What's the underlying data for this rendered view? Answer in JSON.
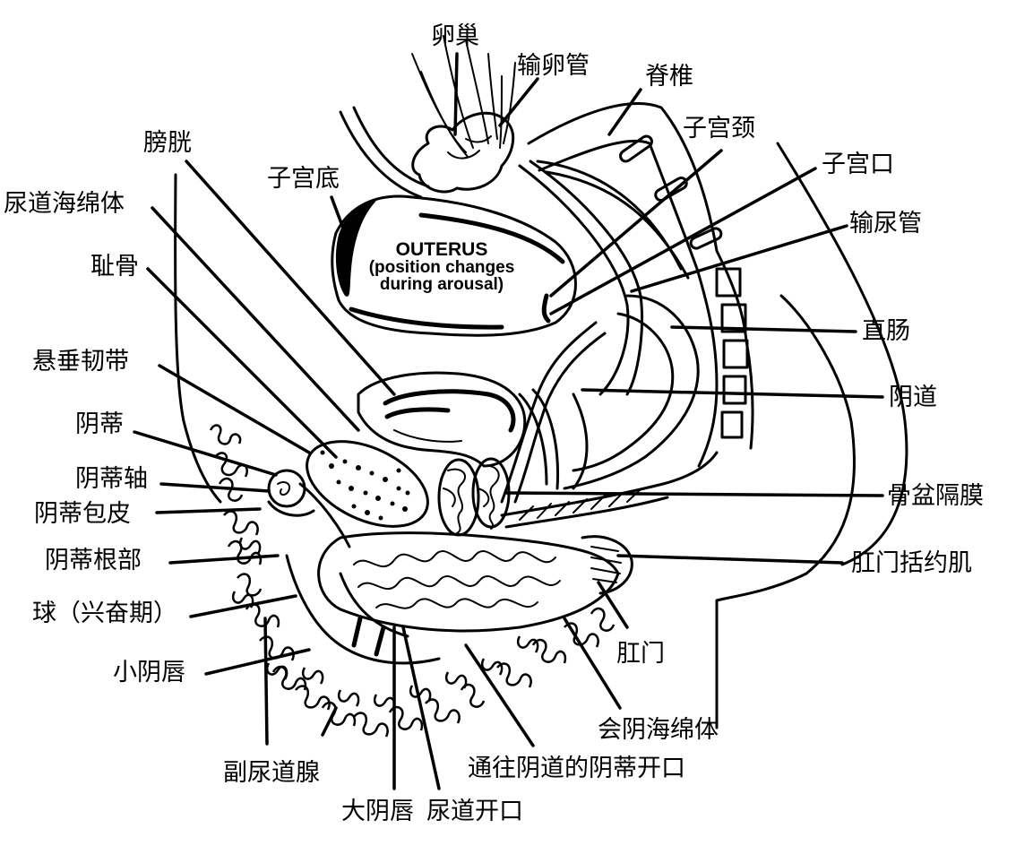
{
  "diagram": {
    "uterus_caption": {
      "line1": "OUTERUS",
      "line2": "(position changes",
      "line3": "during arousal)"
    },
    "labels": {
      "ovary": "卵巢",
      "fallopian_tube": "输卵管",
      "spine": "脊椎",
      "cervix": "子宫颈",
      "cervical_os": "子宫口",
      "ureter": "输尿管",
      "bladder": "膀胱",
      "fundus": "子宫底",
      "corpus_spongiosum_urethra": "尿道海绵体",
      "pubic_bone": "耻骨",
      "suspensory_ligament": "悬垂韧带",
      "clitoris": "阴蒂",
      "clitoral_shaft": "阴蒂轴",
      "clitoral_hood": "阴蒂包皮",
      "clitoral_crura": "阴蒂根部",
      "bulb": "球（兴奋期）",
      "labia_minora": "小阴唇",
      "paraurethral_gland": "副尿道腺",
      "labia_majora": "大阴唇",
      "urethral_opening": "尿道开口",
      "vaginal_opening": "通往阴道的阴蒂开口",
      "perineal_sponge": "会阴海绵体",
      "anus": "肛门",
      "anal_sphincter": "肛门括约肌",
      "pelvic_diaphragm": "骨盆隔膜",
      "vagina": "阴道",
      "rectum": "直肠"
    }
  }
}
